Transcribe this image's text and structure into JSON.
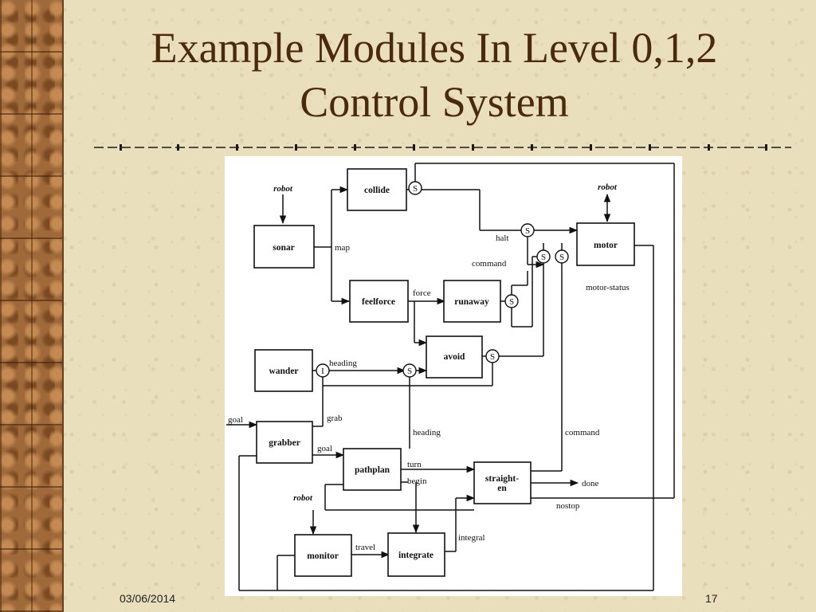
{
  "slide": {
    "title_line1": "Example Modules In Level 0,1,2",
    "title_line2": "Control System",
    "date": "03/06/2014",
    "page_number": "17"
  },
  "diagram": {
    "modules": {
      "collide": "collide",
      "sonar": "sonar",
      "feelforce": "feelforce",
      "runaway": "runaway",
      "avoid": "avoid",
      "wander": "wander",
      "motor": "motor",
      "grabber": "grabber",
      "pathplan": "pathplan",
      "straighten_1": "straight-",
      "straighten_2": "en",
      "monitor": "monitor",
      "integrate": "integrate"
    },
    "labels": {
      "robot_sonar": "robot",
      "robot_motor": "robot",
      "robot_monitor": "robot",
      "map": "map",
      "halt": "halt",
      "command_top": "command",
      "force": "force",
      "motor_status": "motor-status",
      "heading_wander": "heading",
      "goal_in": "goal",
      "grab": "grab",
      "goal_grabber": "goal",
      "heading_pathplan": "heading",
      "command_straighten": "command",
      "turn": "turn",
      "begin": "begin",
      "done": "done",
      "nostop": "nostop",
      "integral": "integral",
      "travel": "travel"
    },
    "node_symbols": {
      "suppress": "S",
      "inhibit": "I"
    }
  }
}
